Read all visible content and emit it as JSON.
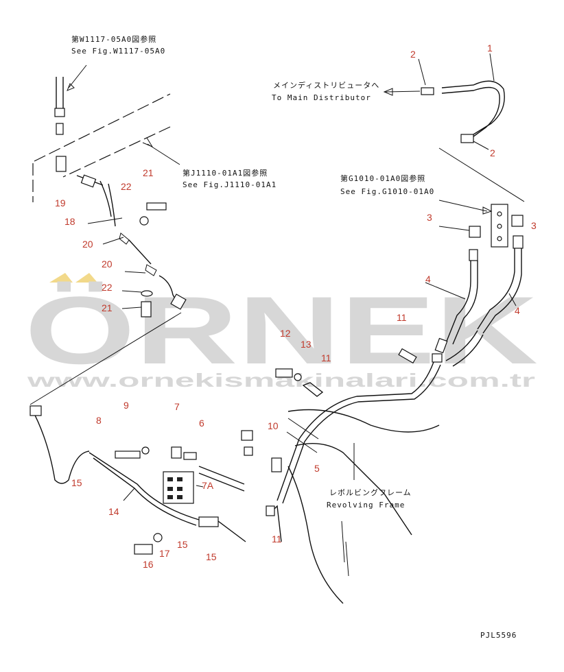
{
  "references": {
    "w1117": {
      "jp": "第W1117-05A0図参照",
      "en": "See Fig.W1117-05A0"
    },
    "j1110": {
      "jp": "第J1110-01A1図参照",
      "en": "See Fig.J1110-01A1"
    },
    "g1010": {
      "jp": "第G1010-01A0図参照",
      "en": "See Fig.G1010-01A0"
    }
  },
  "labels": {
    "main_distributor": {
      "jp": "メインディストリビュータへ",
      "en": "To Main Distributor"
    },
    "revolving_frame": {
      "jp": "レボルビングフレーム",
      "en": "Revolving Frame"
    }
  },
  "watermark": {
    "brand": "ÖRNEK",
    "url": "www.ornekismakinalari.com.tr",
    "color": "#d7d7d7",
    "accent": "#f2d98a"
  },
  "part_callouts": [
    "1",
    "2",
    "2",
    "3",
    "3",
    "4",
    "4",
    "5",
    "6",
    "7",
    "7A",
    "8",
    "9",
    "10",
    "11",
    "11",
    "11",
    "12",
    "13",
    "14",
    "15",
    "15",
    "15",
    "16",
    "17",
    "18",
    "19",
    "20",
    "20",
    "21",
    "21",
    "22",
    "22"
  ],
  "drawing_code": "PJL5596",
  "colors": {
    "callout": "#c0392b",
    "line": "#111111"
  }
}
